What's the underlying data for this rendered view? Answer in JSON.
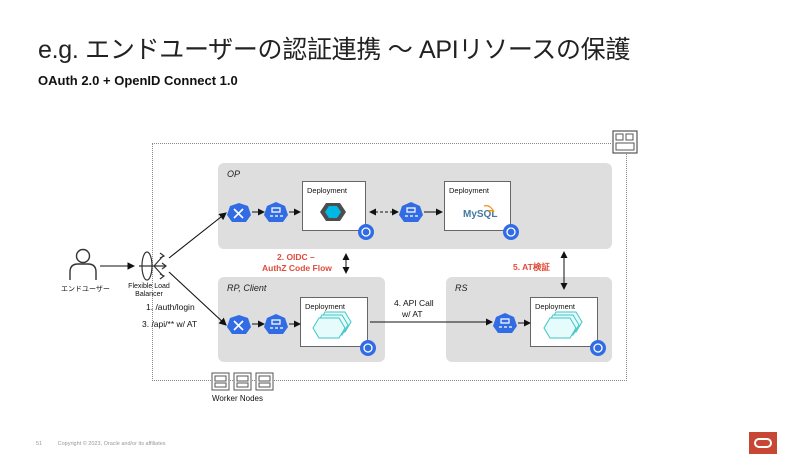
{
  "title": "e.g. エンドユーザーの認証連携 〜 APIリソースの保護",
  "subtitle": "OAuth 2.0 + OpenID Connect 1.0",
  "enduser_label": "エンドユーザー",
  "lb_label": "Flexible Load Balancer",
  "panels": {
    "op": "OP",
    "client": "RP, Client",
    "rs": "RS"
  },
  "deployment_label": "Deployment",
  "mysql_label": "MySQL",
  "flows": {
    "login": "1. /auth/login",
    "api": "3. /api/** w/ AT",
    "oidc_line1": "2. OIDC –",
    "oidc_line2": "AuthZ Code Flow",
    "api_call_line1": "4. API Call",
    "api_call_line2": "w/ AT",
    "at_verify": "5. AT検証"
  },
  "worker_nodes_label": "Worker Nodes",
  "footer": {
    "page": "51",
    "copyright": "Copyright © 2023, Oracle and/or its affiliates"
  },
  "colors": {
    "k8s_blue": "#326ce5",
    "accent_red": "#e04b3a",
    "oracle_red": "#c74634",
    "panel_gray": "#dedede"
  },
  "icons": {
    "ingress": "ingress-icon",
    "service": "service-icon",
    "replicaset": "replicaset-icon",
    "user": "user-icon",
    "load_balancer": "load-balancer-icon",
    "cluster": "cluster-icon",
    "worker_node": "worker-node-icon",
    "keycloak": "keycloak-icon",
    "pod": "pod-icon"
  }
}
